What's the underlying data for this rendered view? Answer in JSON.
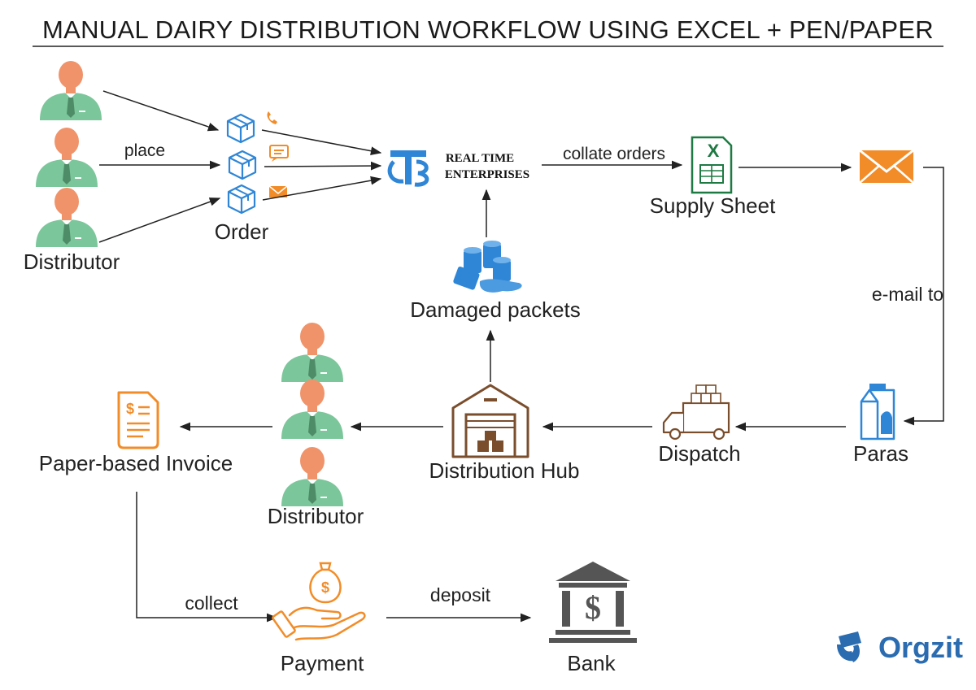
{
  "title": "MANUAL DAIRY DISTRIBUTION WORKFLOW USING EXCEL + PEN/PAPER",
  "nodes": {
    "distributors_left": "Distributor",
    "order": "Order",
    "company": [
      "REAL TIME",
      "ENTERPRISES"
    ],
    "supply_sheet": "Supply Sheet",
    "damaged": "Damaged packets",
    "paras": "Paras",
    "dispatch": "Dispatch",
    "hub": "Distribution Hub",
    "distributors_mid": "Distributor",
    "invoice": "Paper-based Invoice",
    "payment": "Payment",
    "bank": "Bank"
  },
  "edges": {
    "place": "place",
    "collate": "collate orders",
    "email": "e-mail to",
    "collect": "collect",
    "deposit": "deposit"
  },
  "brand": "Orgzit",
  "colors": {
    "person_skin": "#F0936A",
    "person_suit": "#7BC69A",
    "person_tie": "#4E8C68",
    "box_blue": "#2F86D6",
    "accent_orange": "#F28C28",
    "excel_green": "#1E7A43",
    "hub_brown": "#7A4E2D",
    "bank_gray": "#555555",
    "brand_blue": "#2B6CB0"
  },
  "icons": [
    "person-icon",
    "box-icon",
    "phone-icon",
    "chat-icon",
    "mail-icon",
    "company-logo-icon",
    "excel-sheet-icon",
    "envelope-icon",
    "milk-carton-icon",
    "truck-icon",
    "warehouse-icon",
    "barrels-icon",
    "invoice-icon",
    "money-hand-icon",
    "bank-icon",
    "orgzit-logo-icon"
  ]
}
